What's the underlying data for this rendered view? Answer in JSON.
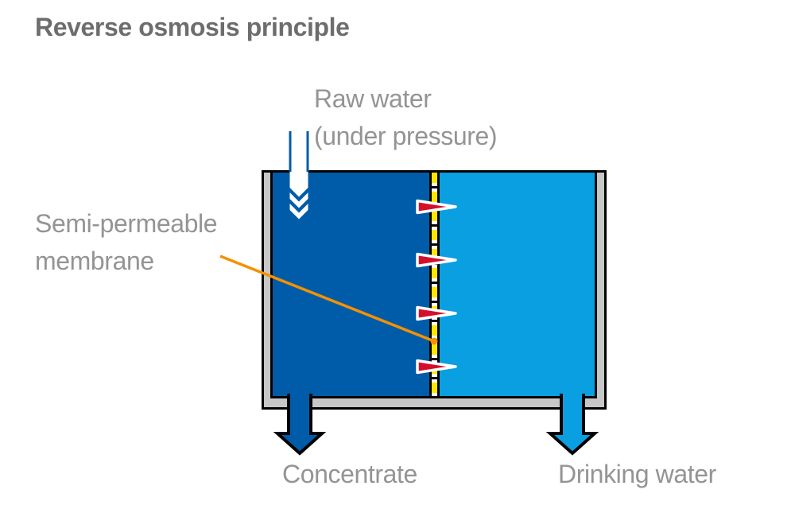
{
  "title": "Reverse osmosis principle",
  "labels": {
    "raw_water_line1": "Raw water",
    "raw_water_line2": "(under pressure)",
    "membrane_line1": "Semi-permeable",
    "membrane_line2": "membrane",
    "concentrate": "Concentrate",
    "drinking_water": "Drinking water"
  },
  "colors": {
    "dark_blue": "#005CA9",
    "light_blue": "#0A9FE0",
    "membrane_yellow": "#FFE500",
    "arrow_red": "#D40F2C",
    "pointer_orange": "#F59100",
    "housing_gray": "#C7C7C7",
    "outline_black": "#000000",
    "arrow_white": "#FFFFFF",
    "title_gray": "#6D6D6D",
    "label_gray": "#949494"
  }
}
